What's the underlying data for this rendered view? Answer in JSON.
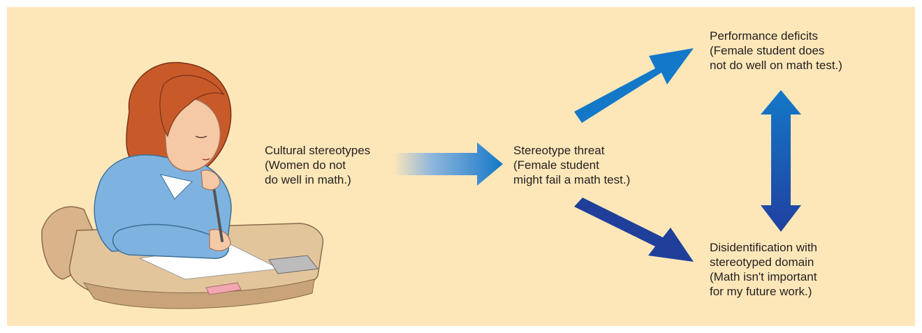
{
  "diagram": {
    "nodes": {
      "cultural": {
        "title": "Cultural stereotypes",
        "line2": "(Women do not",
        "line3": "do well in math.)"
      },
      "threat": {
        "title": "Stereotype threat",
        "line2": "(Female student",
        "line3": "might fail a math test.)"
      },
      "performance": {
        "title": "Performance deficits",
        "line2": "(Female student does",
        "line3": "not do well on math test.)"
      },
      "disidentification": {
        "line1": "Disidentification with",
        "line2": "stereotyped domain",
        "line3": "(Math isn't important",
        "line4": "for my future work.)"
      }
    },
    "edges": [
      {
        "from": "cultural",
        "to": "threat",
        "type": "one-way"
      },
      {
        "from": "threat",
        "to": "performance",
        "type": "one-way"
      },
      {
        "from": "threat",
        "to": "disidentification",
        "type": "one-way"
      },
      {
        "from": "performance",
        "to": "disidentification",
        "type": "two-way"
      }
    ],
    "colors": {
      "background": "#fde7b9",
      "arrow_light": "#1478c8",
      "arrow_dark": "#1f3f9a",
      "text": "#231f20"
    },
    "illustration": "student-taking-test"
  }
}
